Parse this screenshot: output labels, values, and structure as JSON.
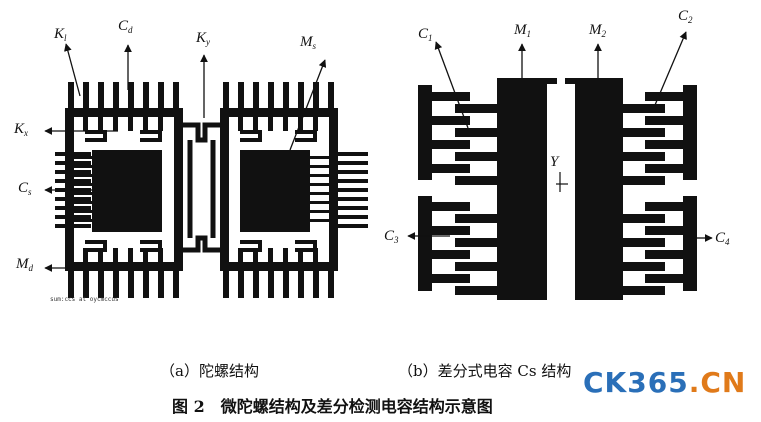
{
  "figure": {
    "subcaption_a": "（a）陀螺结构",
    "subcaption_b": "（b）差分式电容 Cs 结构",
    "caption": "图 2　微陀螺结构及差分检测电容结构示意图"
  },
  "labels_a": {
    "kx_base": "K",
    "kx_sub": "x",
    "cd_base": "C",
    "cd_sub": "d",
    "ky_base": "K",
    "ky_sub": "y",
    "ms_base": "M",
    "ms_sub": "s",
    "kl_base": "K",
    "kl_sub": "l",
    "cs_base": "C",
    "cs_sub": "s",
    "md_base": "M",
    "md_sub": "d"
  },
  "labels_b": {
    "c1_base": "C",
    "c1_sub": "1",
    "m1_base": "M",
    "m1_sub": "1",
    "m2_base": "M",
    "m2_sub": "2",
    "c2_base": "C",
    "c2_sub": "2",
    "y_axis": "Y",
    "c3_base": "C",
    "c3_sub": "3",
    "c4_base": "C",
    "c4_sub": "4"
  },
  "microtext": "sum:ccs at oycmccus",
  "watermark": {
    "part1": "CK365",
    "part2": ".CN"
  },
  "colors": {
    "ink": "#111111",
    "wm_blue": "#2a6fb8",
    "wm_orange": "#e07a1a"
  }
}
